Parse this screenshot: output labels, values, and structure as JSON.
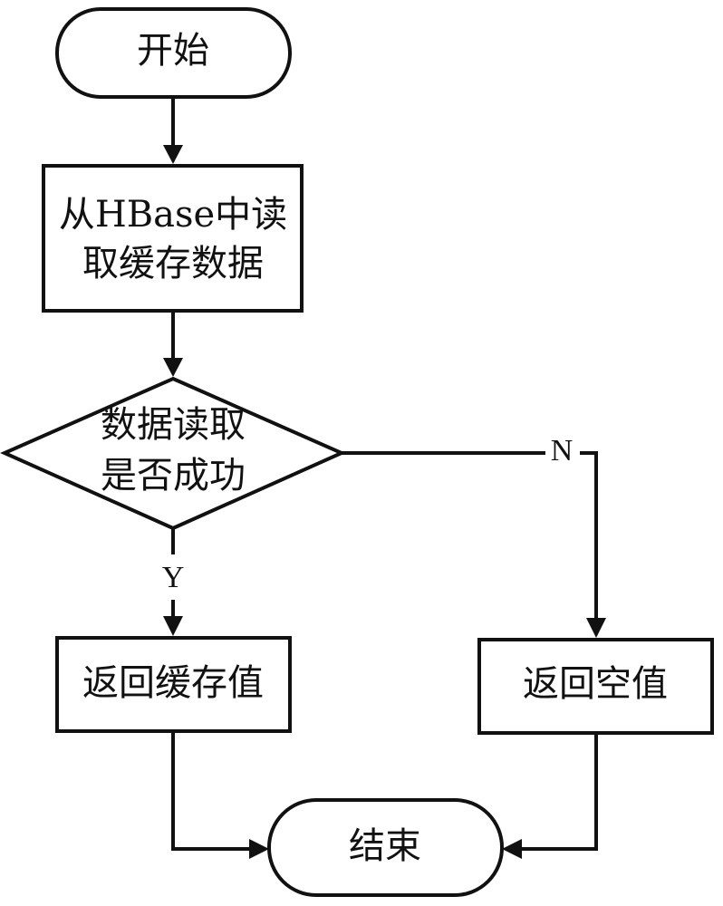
{
  "nodes": {
    "start": {
      "label": "开始"
    },
    "read_cache": {
      "line1": "从HBase中读",
      "line2": "取缓存数据"
    },
    "decision": {
      "line1": "数据读取",
      "line2": "是否成功"
    },
    "return_cache": {
      "label": "返回缓存值"
    },
    "return_null": {
      "label": "返回空值"
    },
    "end": {
      "label": "结束"
    }
  },
  "edges": {
    "yes_label": "Y",
    "no_label": "N"
  }
}
